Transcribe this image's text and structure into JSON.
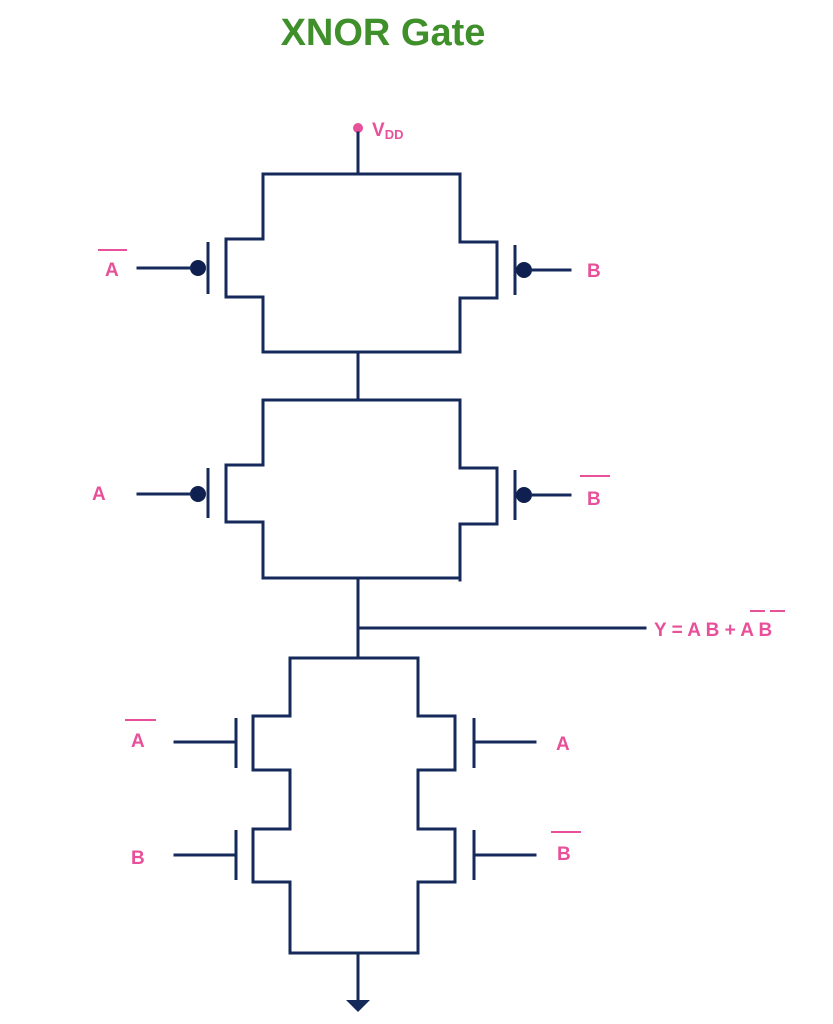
{
  "title": "XNOR Gate",
  "supply": {
    "label": "V",
    "subscript": "DD"
  },
  "output": {
    "label": "Y = A B + A B",
    "complemented_terms": [
      "A",
      "B"
    ]
  },
  "pmos": [
    {
      "input": "A",
      "inverted": true
    },
    {
      "input": "B",
      "inverted": false
    },
    {
      "input": "A",
      "inverted": false
    },
    {
      "input": "B",
      "inverted": true
    }
  ],
  "nmos": [
    {
      "input": "A",
      "inverted": true
    },
    {
      "input": "A",
      "inverted": false
    },
    {
      "input": "B",
      "inverted": false
    },
    {
      "input": "B",
      "inverted": true
    }
  ],
  "colors": {
    "title": "#3f8f2b",
    "label": "#e8509a",
    "wire": "#16295b"
  },
  "icons": [
    "vdd-node",
    "ground-arrow-icon"
  ]
}
